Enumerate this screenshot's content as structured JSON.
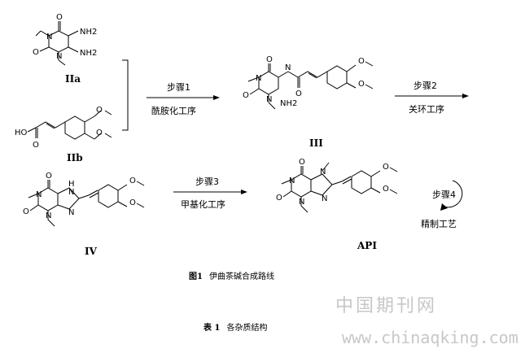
{
  "compounds": {
    "IIa": "IIa",
    "IIb": "IIb",
    "III": "III",
    "IV": "IV",
    "API": "API"
  },
  "atoms": {
    "N": "N",
    "O": "O",
    "NH2": "NH2",
    "NH2_ring": "NH2",
    "HO": "HO",
    "H": "H",
    "methyl": "\\",
    "ome": "O"
  },
  "steps": [
    {
      "label": "步骤1",
      "process": "酰胺化工序"
    },
    {
      "label": "步骤2",
      "process": "关环工序"
    },
    {
      "label": "步骤3",
      "process": "甲基化工序"
    },
    {
      "label": "步骤4",
      "process": "精制工艺"
    }
  ],
  "captions": {
    "figure_label": "图1",
    "figure_title": "伊曲茶碱合成路线",
    "table_label": "表 1",
    "table_title": "各杂质结构"
  },
  "watermark": {
    "cn": "中国期刊网",
    "url": "www.chinaqking.com"
  },
  "colors": {
    "ink": "#000000",
    "watermark": "#c7c7c7"
  }
}
